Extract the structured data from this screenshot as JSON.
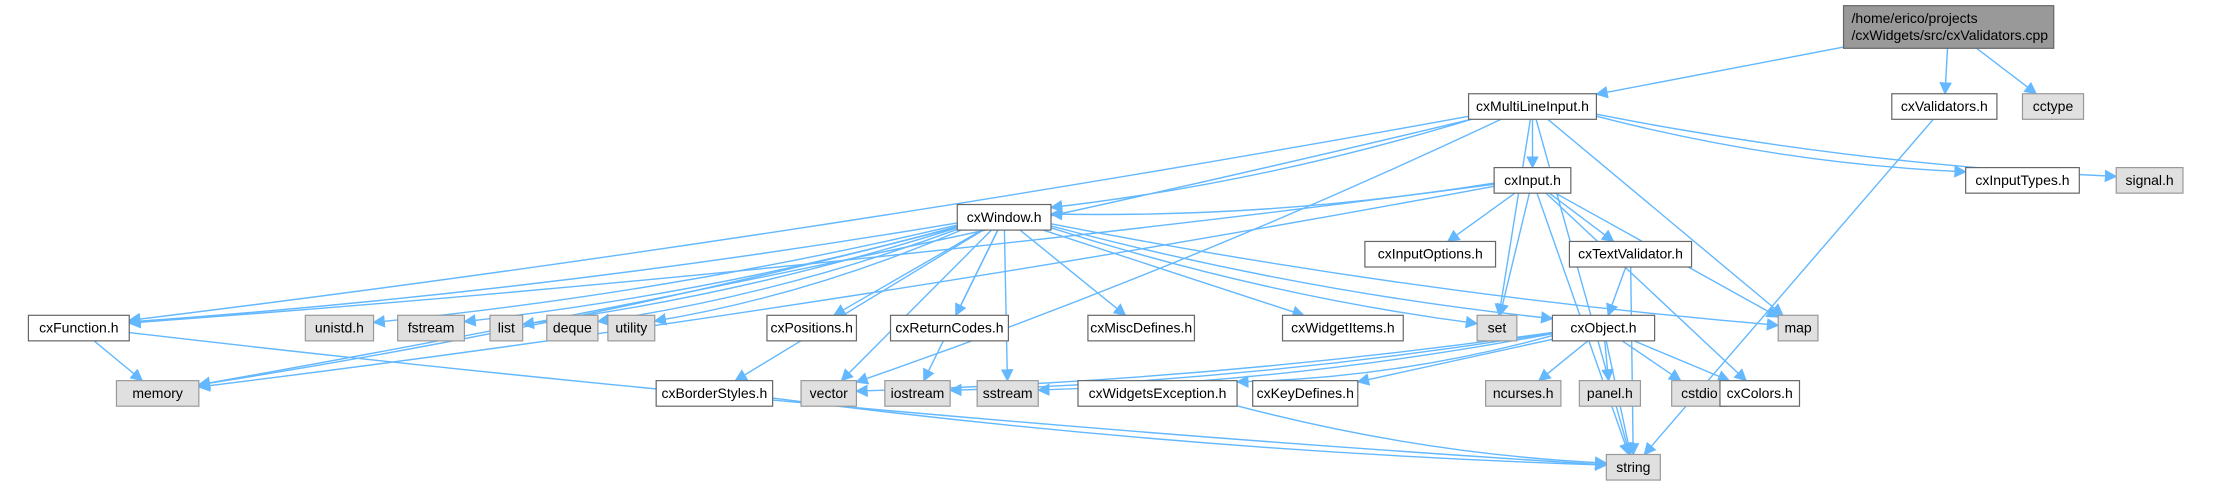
{
  "diagram": {
    "type": "include-dependency-graph",
    "colors": {
      "edge": "#63b8ff",
      "root_fill": "#999999",
      "root_border": "#666666",
      "project_fill": "#ffffff",
      "project_border": "#666666",
      "system_fill": "#e0e0e0",
      "system_border": "#999999"
    },
    "nodes": [
      {
        "id": "root",
        "label_lines": [
          "/home/erico/projects",
          "/cxWidgets/src/cxValidators.cpp"
        ],
        "kind": "root"
      },
      {
        "id": "cxMultiLineInput",
        "label_lines": [
          "cxMultiLineInput.h"
        ],
        "kind": "project"
      },
      {
        "id": "cxValidators",
        "label_lines": [
          "cxValidators.h"
        ],
        "kind": "project"
      },
      {
        "id": "cctype",
        "label_lines": [
          "cctype"
        ],
        "kind": "system"
      },
      {
        "id": "cxInput",
        "label_lines": [
          "cxInput.h"
        ],
        "kind": "project"
      },
      {
        "id": "cxInputTypes",
        "label_lines": [
          "cxInputTypes.h"
        ],
        "kind": "project"
      },
      {
        "id": "signal",
        "label_lines": [
          "signal.h"
        ],
        "kind": "system"
      },
      {
        "id": "cxWindow",
        "label_lines": [
          "cxWindow.h"
        ],
        "kind": "project"
      },
      {
        "id": "cxInputOptions",
        "label_lines": [
          "cxInputOptions.h"
        ],
        "kind": "project"
      },
      {
        "id": "cxTextValidator",
        "label_lines": [
          "cxTextValidator.h"
        ],
        "kind": "project"
      },
      {
        "id": "cxFunction",
        "label_lines": [
          "cxFunction.h"
        ],
        "kind": "project"
      },
      {
        "id": "unistd",
        "label_lines": [
          "unistd.h"
        ],
        "kind": "system"
      },
      {
        "id": "fstream",
        "label_lines": [
          "fstream"
        ],
        "kind": "system"
      },
      {
        "id": "list",
        "label_lines": [
          "list"
        ],
        "kind": "system"
      },
      {
        "id": "deque",
        "label_lines": [
          "deque"
        ],
        "kind": "system"
      },
      {
        "id": "utility",
        "label_lines": [
          "utility"
        ],
        "kind": "system"
      },
      {
        "id": "cxPositions",
        "label_lines": [
          "cxPositions.h"
        ],
        "kind": "project"
      },
      {
        "id": "cxReturnCodes",
        "label_lines": [
          "cxReturnCodes.h"
        ],
        "kind": "project"
      },
      {
        "id": "cxMiscDefines",
        "label_lines": [
          "cxMiscDefines.h"
        ],
        "kind": "project"
      },
      {
        "id": "cxWidgetItems",
        "label_lines": [
          "cxWidgetItems.h"
        ],
        "kind": "project"
      },
      {
        "id": "set",
        "label_lines": [
          "set"
        ],
        "kind": "system"
      },
      {
        "id": "cxObject",
        "label_lines": [
          "cxObject.h"
        ],
        "kind": "project"
      },
      {
        "id": "map",
        "label_lines": [
          "map"
        ],
        "kind": "system"
      },
      {
        "id": "memory",
        "label_lines": [
          "memory"
        ],
        "kind": "system"
      },
      {
        "id": "cxBorderStyles",
        "label_lines": [
          "cxBorderStyles.h"
        ],
        "kind": "project"
      },
      {
        "id": "vector",
        "label_lines": [
          "vector"
        ],
        "kind": "system"
      },
      {
        "id": "iostream",
        "label_lines": [
          "iostream"
        ],
        "kind": "system"
      },
      {
        "id": "sstream",
        "label_lines": [
          "sstream"
        ],
        "kind": "system"
      },
      {
        "id": "cxWidgetsException",
        "label_lines": [
          "cxWidgetsException.h"
        ],
        "kind": "project"
      },
      {
        "id": "cxKeyDefines",
        "label_lines": [
          "cxKeyDefines.h"
        ],
        "kind": "project"
      },
      {
        "id": "ncurses",
        "label_lines": [
          "ncurses.h"
        ],
        "kind": "system"
      },
      {
        "id": "panel",
        "label_lines": [
          "panel.h"
        ],
        "kind": "system"
      },
      {
        "id": "cstdio",
        "label_lines": [
          "cstdio"
        ],
        "kind": "system"
      },
      {
        "id": "cxColors",
        "label_lines": [
          "cxColors.h"
        ],
        "kind": "project"
      },
      {
        "id": "string",
        "label_lines": [
          "string"
        ],
        "kind": "system"
      }
    ],
    "edges": [
      [
        "root",
        "cxMultiLineInput"
      ],
      [
        "root",
        "cxValidators"
      ],
      [
        "root",
        "cctype"
      ],
      [
        "cxValidators",
        "string"
      ],
      [
        "cxMultiLineInput",
        "cxInput"
      ],
      [
        "cxMultiLineInput",
        "cxInputTypes"
      ],
      [
        "cxMultiLineInput",
        "signal"
      ],
      [
        "cxMultiLineInput",
        "cxWindow"
      ],
      [
        "cxMultiLineInput",
        "cxFunction"
      ],
      [
        "cxMultiLineInput",
        "memory"
      ],
      [
        "cxMultiLineInput",
        "vector"
      ],
      [
        "cxMultiLineInput",
        "set"
      ],
      [
        "cxMultiLineInput",
        "map"
      ],
      [
        "cxMultiLineInput",
        "string"
      ],
      [
        "cxInput",
        "cxWindow"
      ],
      [
        "cxInput",
        "cxInputOptions"
      ],
      [
        "cxInput",
        "cxTextValidator"
      ],
      [
        "cxInput",
        "cxFunction"
      ],
      [
        "cxInput",
        "memory"
      ],
      [
        "cxInput",
        "set"
      ],
      [
        "cxInput",
        "map"
      ],
      [
        "cxInput",
        "cxColors"
      ],
      [
        "cxInput",
        "string"
      ],
      [
        "cxTextValidator",
        "cxObject"
      ],
      [
        "cxTextValidator",
        "string"
      ],
      [
        "cxWindow",
        "cxFunction"
      ],
      [
        "cxWindow",
        "unistd"
      ],
      [
        "cxWindow",
        "fstream"
      ],
      [
        "cxWindow",
        "list"
      ],
      [
        "cxWindow",
        "deque"
      ],
      [
        "cxWindow",
        "utility"
      ],
      [
        "cxWindow",
        "cxPositions"
      ],
      [
        "cxWindow",
        "cxReturnCodes"
      ],
      [
        "cxWindow",
        "cxMiscDefines"
      ],
      [
        "cxWindow",
        "cxWidgetItems"
      ],
      [
        "cxWindow",
        "set"
      ],
      [
        "cxWindow",
        "cxObject"
      ],
      [
        "cxWindow",
        "map"
      ],
      [
        "cxWindow",
        "memory"
      ],
      [
        "cxWindow",
        "cxBorderStyles"
      ],
      [
        "cxWindow",
        "vector"
      ],
      [
        "cxWindow",
        "iostream"
      ],
      [
        "cxWindow",
        "sstream"
      ],
      [
        "cxFunction",
        "memory"
      ],
      [
        "cxFunction",
        "string"
      ],
      [
        "cxObject",
        "vector"
      ],
      [
        "cxObject",
        "iostream"
      ],
      [
        "cxObject",
        "sstream"
      ],
      [
        "cxObject",
        "cxWidgetsException"
      ],
      [
        "cxObject",
        "cxKeyDefines"
      ],
      [
        "cxObject",
        "ncurses"
      ],
      [
        "cxObject",
        "panel"
      ],
      [
        "cxObject",
        "cstdio"
      ],
      [
        "cxObject",
        "cxColors"
      ],
      [
        "cxObject",
        "string"
      ],
      [
        "cxBorderStyles",
        "string"
      ],
      [
        "cxWidgetsException",
        "string"
      ]
    ]
  }
}
